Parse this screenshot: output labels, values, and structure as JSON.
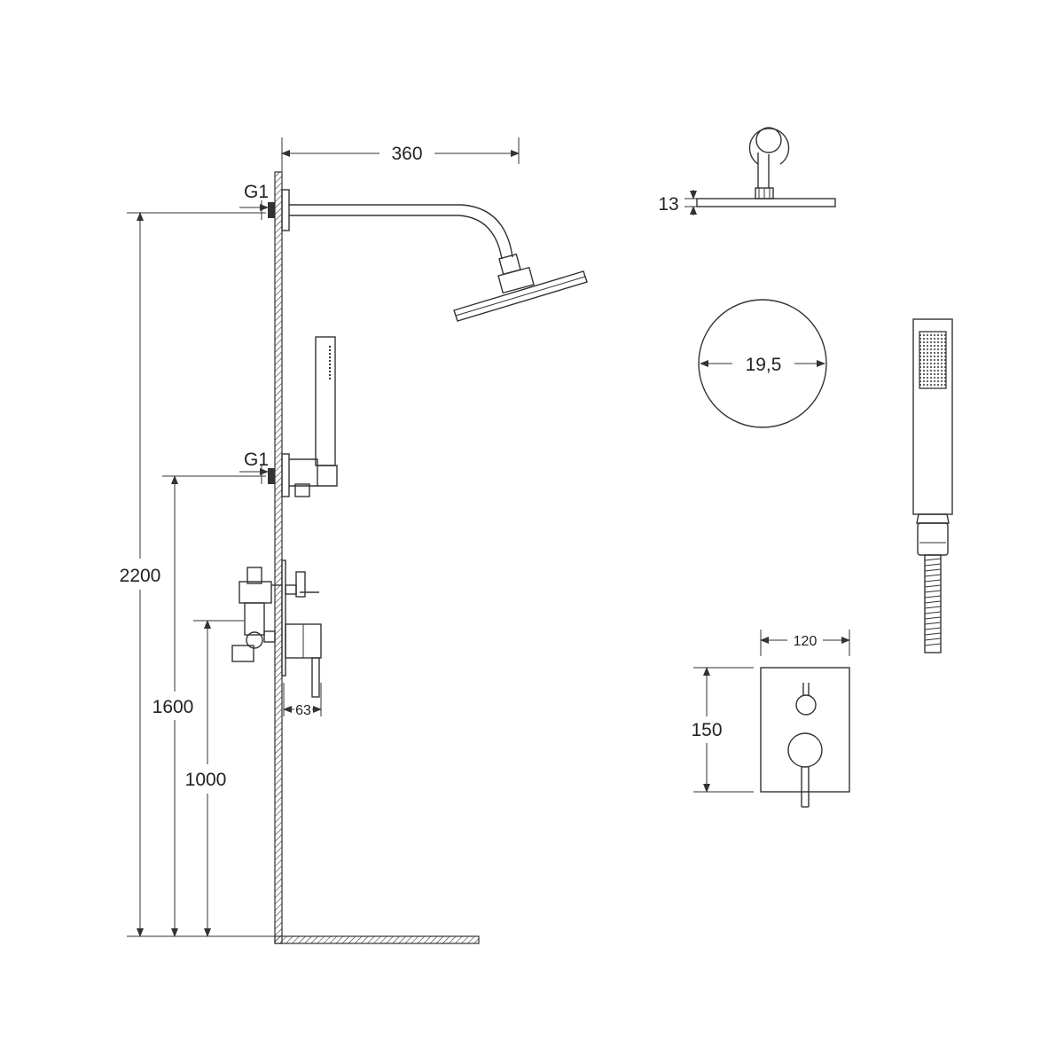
{
  "dimensions": {
    "arm_length": "360",
    "thread_top": "G1",
    "thread_mid": "G1",
    "height_total": "2200",
    "height_outlet": "1600",
    "height_mixer": "1000",
    "mixer_depth": "63",
    "head_thickness": "13",
    "head_diameter": "19,5",
    "plate_width": "120",
    "plate_height": "150"
  },
  "colors": {
    "line": "#333333",
    "background": "#ffffff"
  }
}
